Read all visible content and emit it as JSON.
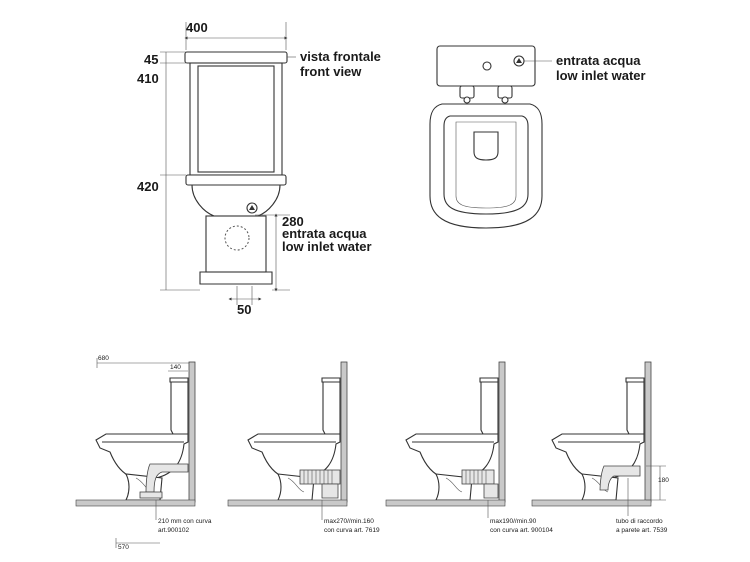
{
  "front_view": {
    "label_it": "vista frontale",
    "label_en": "front view",
    "dim_width": "400",
    "dim_lid": "45",
    "dim_tank": "410",
    "dim_base": "420",
    "dim_inlet_height": "280",
    "dim_inlet_offset": "50",
    "inlet_label_it": "entrata acqua",
    "inlet_label_en": "low inlet water"
  },
  "top_view": {
    "inlet_label_it": "entrata acqua",
    "inlet_label_en": "low inlet water"
  },
  "side_views": [
    {
      "dim_depth": "680",
      "dim_top": "140",
      "dim_bottom": "570",
      "caption_l1": "210 mm con curva",
      "caption_l2": "art.900102"
    },
    {
      "caption_l1": "max270//min.160",
      "caption_l2": "con curva art. 7619"
    },
    {
      "caption_l1": "max190//min.90",
      "caption_l2": "con curva art. 900104"
    },
    {
      "dim_side": "180",
      "caption_l1": "tubo di raccordo",
      "caption_l2": "a parete art. 7539"
    }
  ]
}
